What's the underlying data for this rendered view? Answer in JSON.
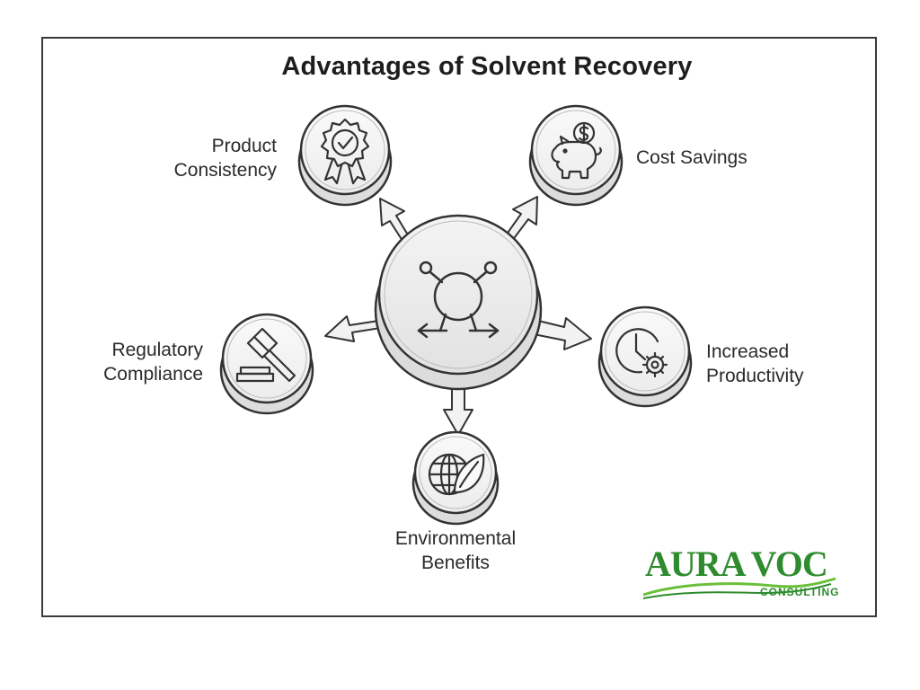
{
  "title": "Advantages of Solvent Recovery",
  "hub": {
    "icon": "recovery-cycle-icon"
  },
  "benefits": [
    {
      "lines": [
        "Product",
        "Consistency"
      ],
      "icon": "quality-badge-icon"
    },
    {
      "lines": [
        "Cost Savings"
      ],
      "icon": "piggy-bank-dollar-icon"
    },
    {
      "lines": [
        "Regulatory",
        "Compliance"
      ],
      "icon": "gavel-icon"
    },
    {
      "lines": [
        "Increased",
        "Productivity"
      ],
      "icon": "clock-gear-icon"
    },
    {
      "lines": [
        "Environmental",
        "Benefits"
      ],
      "icon": "globe-leaf-icon"
    }
  ],
  "logo": {
    "name": "AURA VOC",
    "tagline": "CONSULTING",
    "colors": {
      "primary": "#2e8b2e",
      "secondary": "#6abf3a"
    }
  }
}
